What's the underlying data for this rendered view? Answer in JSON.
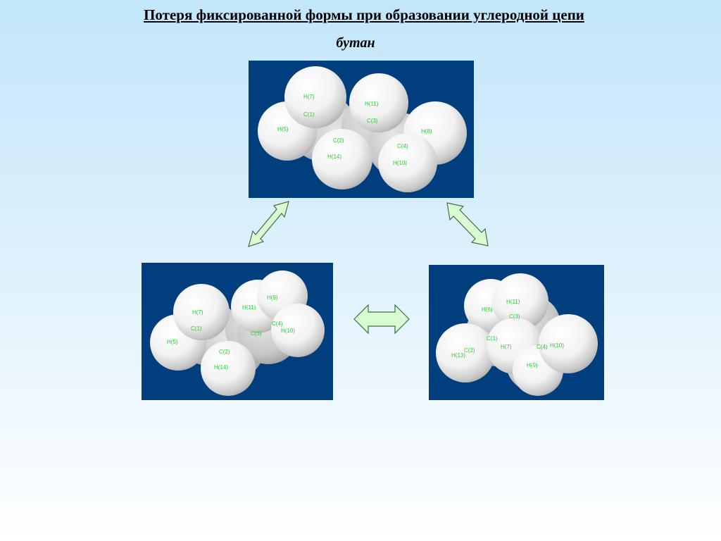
{
  "title": "Потеря фиксированной формы при образовании углеродной цепи",
  "subtitle": "бутан",
  "colors": {
    "background_top": "#c3e6fa",
    "background_bottom": "#ffffff",
    "panel": "#003e7e",
    "atom_label": "#22d22e",
    "arrow_fill": "#d9fbd2",
    "arrow_stroke": "#3e6e4a"
  },
  "molecules": [
    {
      "name": "conformation-top",
      "labels": [
        "H(7)",
        "C(1)",
        "H(11)",
        "C(3)",
        "H(5)",
        "C(2)",
        "H(8)",
        "C(4)",
        "H(14)",
        "H(10)"
      ]
    },
    {
      "name": "conformation-left",
      "labels": [
        "H(7)",
        "C(1)",
        "H(11)",
        "H(9)",
        "H(5)",
        "C(4)",
        "C(3)",
        "H(10)",
        "C(2)",
        "H(14)"
      ]
    },
    {
      "name": "conformation-right",
      "labels": [
        "H(11)",
        "H(6)",
        "C(3)",
        "C(1)",
        "H(7)",
        "C(4)",
        "H(10)",
        "C(2)",
        "H(13)",
        "H(9)"
      ]
    }
  ],
  "arrows": [
    {
      "name": "arrow-top-left",
      "type": "double-headed"
    },
    {
      "name": "arrow-top-right",
      "type": "double-headed"
    },
    {
      "name": "arrow-bottom",
      "type": "double-headed"
    }
  ]
}
